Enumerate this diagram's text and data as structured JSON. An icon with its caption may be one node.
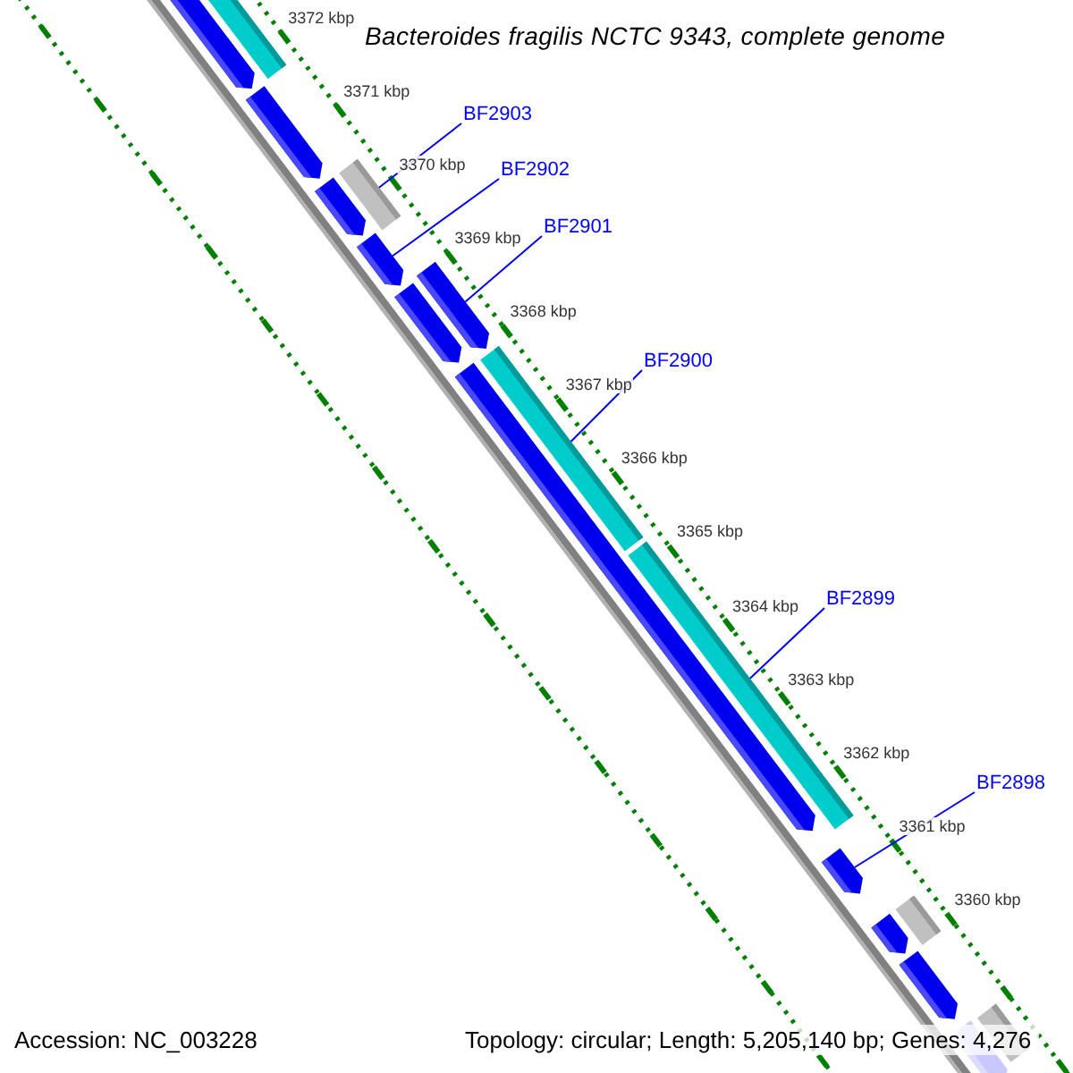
{
  "diagram": {
    "title": "Bacteroides fragilis NCTC 9343, complete genome",
    "nodes": [
      {
        "text": [
          "BF2903"
        ]
      },
      {
        "text": [
          "BF2902"
        ]
      },
      {
        "text": [
          "BF2901"
        ]
      },
      {
        "text": [
          "BF2900"
        ]
      },
      {
        "text": [
          "BF2899"
        ]
      },
      {
        "text": [
          "BF2898"
        ]
      },
      {
        "text": [],
        "shape": "pentagon"
      },
      {
        "text": [],
        "shape": "bar"
      },
      {
        "text": [],
        "shape": "pentagon"
      },
      {
        "text": [],
        "shape": "pentagon"
      },
      {
        "text": [],
        "shape": "bar"
      },
      {
        "text": [],
        "shape": "pentagon"
      },
      {
        "text": [],
        "shape": "pentagon"
      },
      {
        "text": [],
        "shape": "pentagon"
      },
      {
        "text": [],
        "shape": "pentagon"
      },
      {
        "text": [],
        "shape": "bar"
      },
      {
        "text": [],
        "shape": "bar"
      },
      {
        "text": [],
        "shape": "pentagon"
      },
      {
        "text": [],
        "shape": "pentagon"
      },
      {
        "text": [],
        "shape": "bar"
      },
      {
        "text": [],
        "shape": "pentagon"
      },
      {
        "text": [],
        "shape": "pentagon"
      },
      {
        "text": [],
        "shape": "bar"
      }
    ],
    "edges": [
      {
        "from": 0,
        "to": 10,
        "arrow": "none"
      },
      {
        "from": 1,
        "to": 11,
        "arrow": "none"
      },
      {
        "from": 2,
        "to": 12,
        "arrow": "none"
      },
      {
        "from": 3,
        "to": 15,
        "arrow": "none"
      },
      {
        "from": 4,
        "to": 16,
        "arrow": "none"
      },
      {
        "from": 5,
        "to": 17,
        "arrow": "none"
      }
    ],
    "labels": [
      "3372 kbp",
      "3371 kbp",
      "3370 kbp",
      "3369 kbp",
      "3368 kbp",
      "3367 kbp",
      "3366 kbp",
      "3365 kbp",
      "3364 kbp",
      "3363 kbp",
      "3362 kbp",
      "3361 kbp",
      "3360 kbp",
      "Accession: NC_003228",
      "Topology: circular; Length: 5,205,140 bp; Genes: 4,276"
    ]
  }
}
